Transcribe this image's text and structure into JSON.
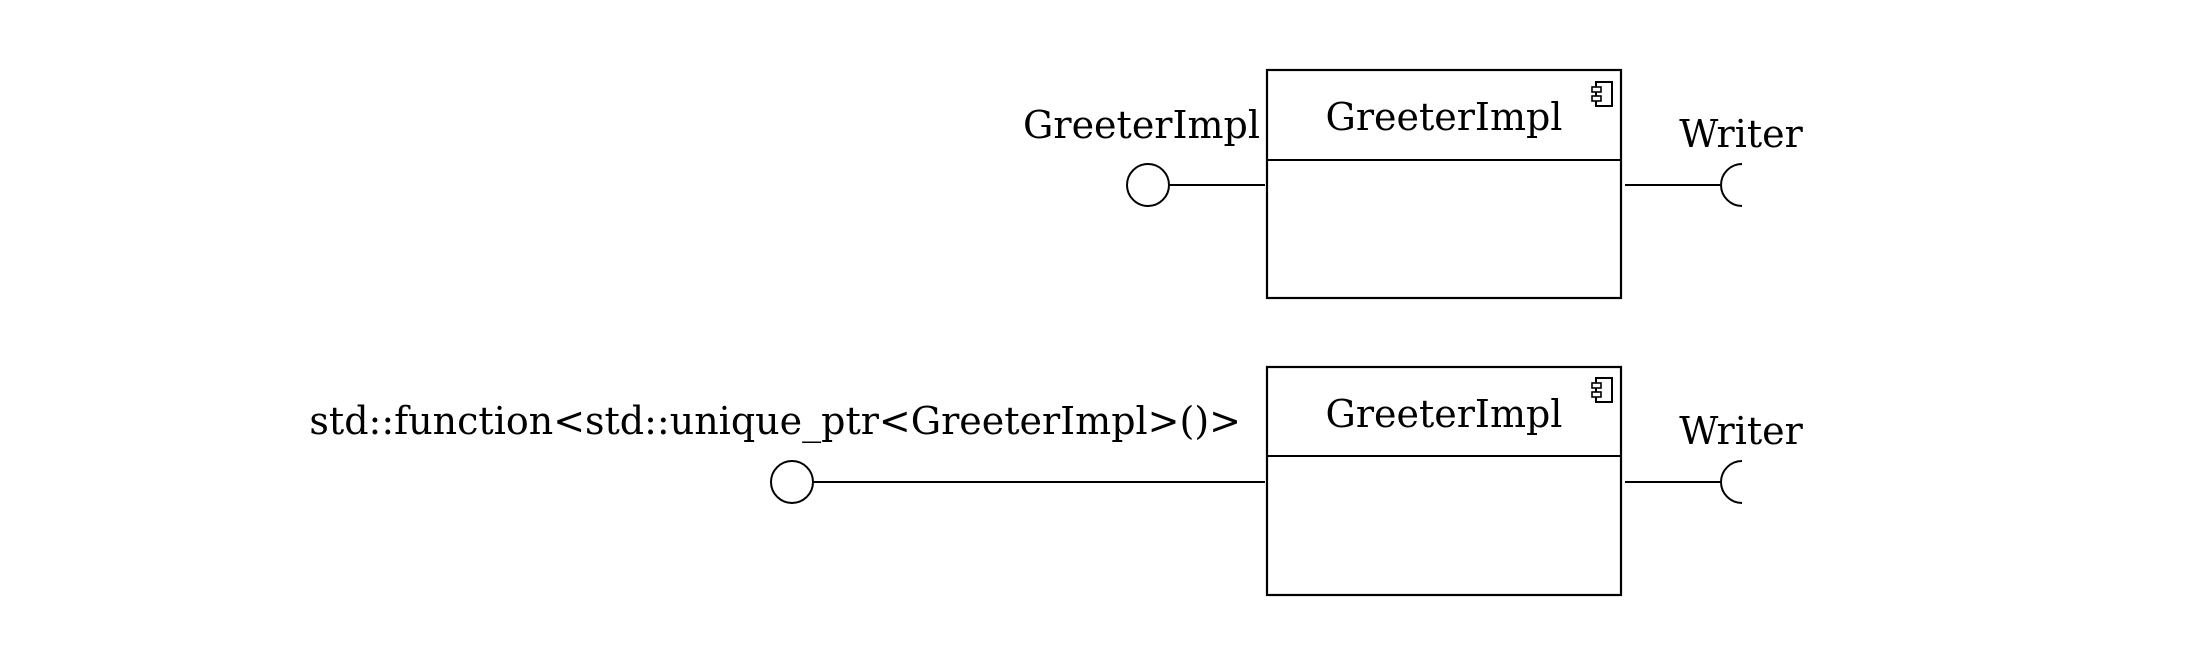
{
  "diagram": {
    "components": [
      {
        "name": "GreeterImpl",
        "provided_interface": "GreeterImpl",
        "required_interface": "Writer"
      },
      {
        "name": "GreeterImpl",
        "provided_interface": "std::function<std::unique_ptr<GreeterImpl>()>",
        "required_interface": "Writer"
      }
    ],
    "icons": {
      "component": "component-icon",
      "provided": "lollipop-icon",
      "required": "socket-icon"
    }
  }
}
